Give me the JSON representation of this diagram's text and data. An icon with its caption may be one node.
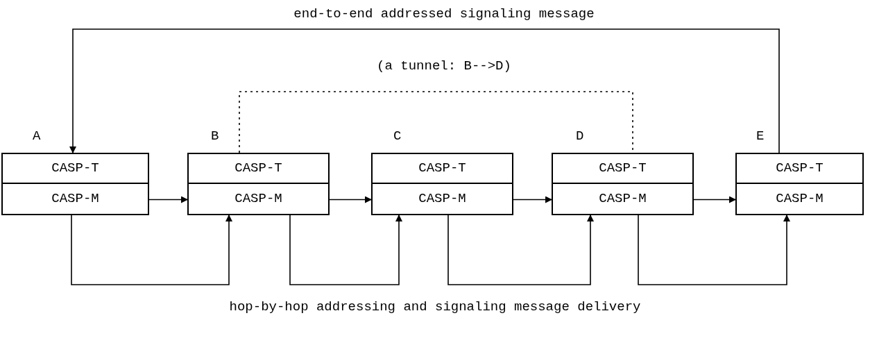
{
  "diagram": {
    "nodes": [
      {
        "text": [
          "A"
        ]
      },
      {
        "text": [
          "CASP-T"
        ],
        "in": 0
      },
      {
        "text": [
          "CASP-M"
        ],
        "in": 0
      },
      {
        "text": [
          "B"
        ]
      },
      {
        "text": [
          "CASP-T"
        ],
        "in": 3
      },
      {
        "text": [
          "CASP-M"
        ],
        "in": 3
      },
      {
        "text": [
          "C"
        ]
      },
      {
        "text": [
          "CASP-T"
        ],
        "in": 6
      },
      {
        "text": [
          "CASP-M"
        ],
        "in": 6
      },
      {
        "text": [
          "D"
        ]
      },
      {
        "text": [
          "CASP-T"
        ],
        "in": 9
      },
      {
        "text": [
          "CASP-M"
        ],
        "in": 9
      },
      {
        "text": [
          "E"
        ]
      },
      {
        "text": [
          "CASP-T"
        ],
        "in": 12
      },
      {
        "text": [
          "CASP-M"
        ],
        "in": 12
      }
    ],
    "edges": [
      {
        "from": 13,
        "to": 1,
        "arrow": "to",
        "label": "end-to-end addressed signaling message"
      },
      {
        "from": 4,
        "to": 10,
        "arrow": "none",
        "style": "dashed",
        "label": "(a tunnel: B-->D)"
      },
      {
        "from": 2,
        "to": 5,
        "arrow": "to"
      },
      {
        "from": 5,
        "to": 8,
        "arrow": "to"
      },
      {
        "from": 8,
        "to": 11,
        "arrow": "to"
      },
      {
        "from": 11,
        "to": 14,
        "arrow": "to"
      },
      {
        "from": 2,
        "to": 5,
        "arrow": "to"
      },
      {
        "from": 5,
        "to": 8,
        "arrow": "to"
      },
      {
        "from": 8,
        "to": 11,
        "arrow": "to"
      },
      {
        "from": 11,
        "to": 14,
        "arrow": "to"
      }
    ],
    "labels": [
      "hop-by-hop addressing and signaling message delivery"
    ]
  }
}
